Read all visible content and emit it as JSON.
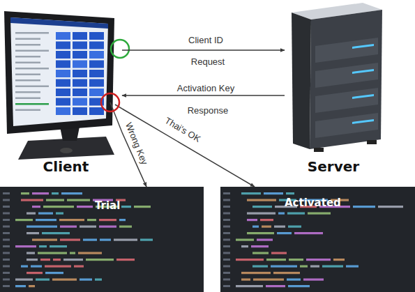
{
  "diagram": {
    "nodes": [
      {
        "text": [
          "Client"
        ]
      },
      {
        "text": [
          "Server"
        ]
      },
      {
        "text": [
          "Trial"
        ]
      },
      {
        "text": [
          "Activated"
        ]
      }
    ],
    "edges": [
      {
        "from": 0,
        "to": 1,
        "arrow": "to",
        "label": "Client ID"
      },
      {
        "from": 1,
        "to": 0,
        "arrow": "to",
        "label": "Activation Key"
      },
      {
        "from": 0,
        "to": 2,
        "arrow": "to",
        "label": "Wrong Key"
      },
      {
        "from": 0,
        "to": 3,
        "arrow": "to",
        "label": "Thai's OK"
      }
    ],
    "labels": [
      "Request",
      "Response"
    ]
  }
}
